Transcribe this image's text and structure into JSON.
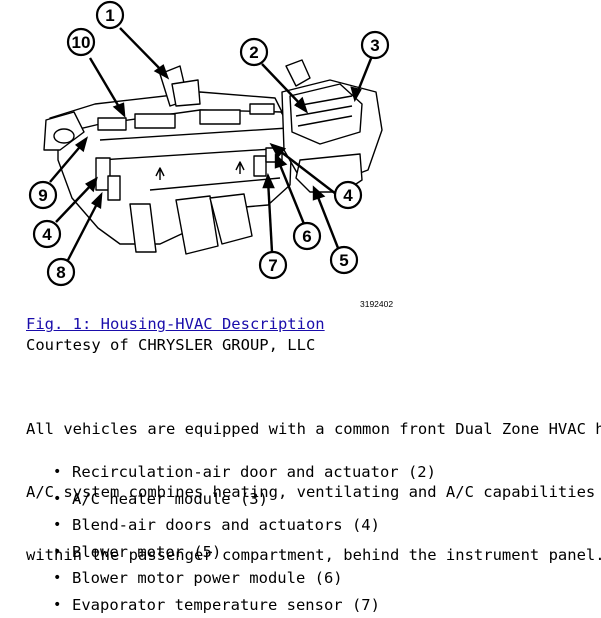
{
  "figure": {
    "callouts": [
      "1",
      "10",
      "2",
      "3",
      "9",
      "4",
      "4",
      "8",
      "7",
      "6",
      "5"
    ],
    "figure_id": "3192402"
  },
  "caption": {
    "link_text": "Fig. 1: Housing-HVAC Description",
    "courtesy": "Courtesy of CHRYSLER GROUP, LLC"
  },
  "paragraph": [
    "All vehicles are equipped with a common front Dual Zone HVAC ho",
    "A/C system combines heating, ventilating and A/C capabilities i",
    "within the passenger compartment, behind the instrument panel."
  ],
  "parts_list": [
    "Recirculation-air door and actuator (2)",
    "A/C heater module (3)",
    "Blend-air doors and actuators (4)",
    "Blower motor (5)",
    "Blower motor power module (6)",
    "Evaporator temperature sensor (7)"
  ]
}
